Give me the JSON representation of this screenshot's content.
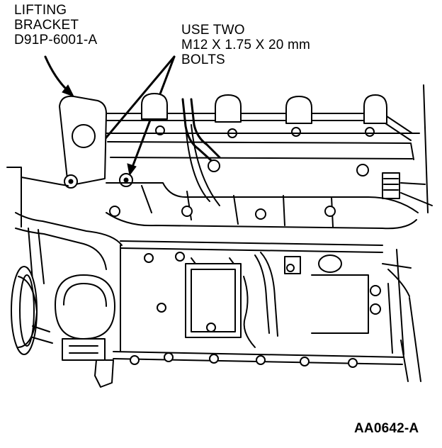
{
  "callouts": {
    "lifting_bracket": [
      "LIFTING",
      "BRACKET",
      "D91P-6001-A"
    ],
    "bolts": [
      "USE TWO",
      "M12 X 1.75 X 20 mm",
      "BOLTS"
    ]
  },
  "figure_id": "AA0642-A"
}
